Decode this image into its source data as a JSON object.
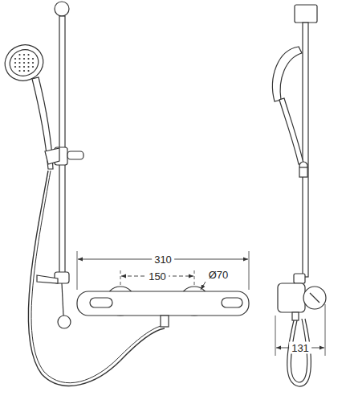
{
  "diagram": {
    "labels": [
      "310",
      "150",
      "Ø70",
      "131"
    ]
  }
}
